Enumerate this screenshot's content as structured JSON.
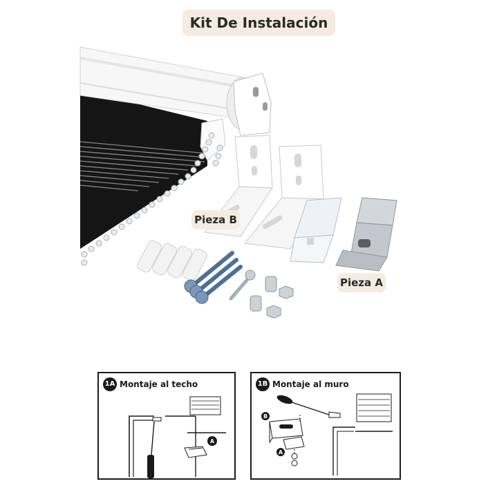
{
  "title": "Kit De Instalación",
  "labels": {
    "piece_b": "Pieza B",
    "piece_a": "Pieza A"
  },
  "diagram_1a": {
    "badge": "1A",
    "title": "Montaje al techo",
    "marker": "A"
  },
  "diagram_1b": {
    "badge": "1B",
    "title": "Montaje al muro",
    "marker_b": "B",
    "marker_a": "A"
  },
  "colors": {
    "pill_bg": "#f5ebe0",
    "fabric": "#151515",
    "bracket": "#ffffff",
    "metal": "#c7ccd2",
    "screw": "#6d8fb5"
  }
}
